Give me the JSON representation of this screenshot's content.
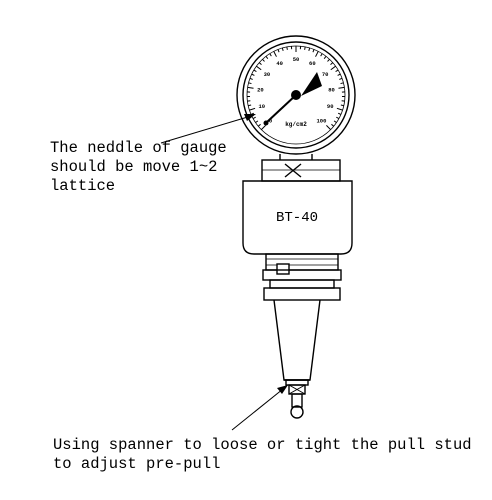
{
  "gauge": {
    "scale_labels": [
      "0",
      "10",
      "20",
      "30",
      "40",
      "50",
      "60",
      "70",
      "80",
      "90",
      "100"
    ],
    "unit": "kg/cm2"
  },
  "holder": {
    "label": "BT-40"
  },
  "notes": {
    "gauge": {
      "line1": "The neddle of gauge",
      "line2": "should be move 1~2",
      "line3": "lattice"
    },
    "pull_stud": {
      "line1": "Using spanner to loose or tight the pull stud",
      "line2": "to adjust pre-pull"
    }
  },
  "colors": {
    "ink": "#000000",
    "paper": "#ffffff"
  }
}
